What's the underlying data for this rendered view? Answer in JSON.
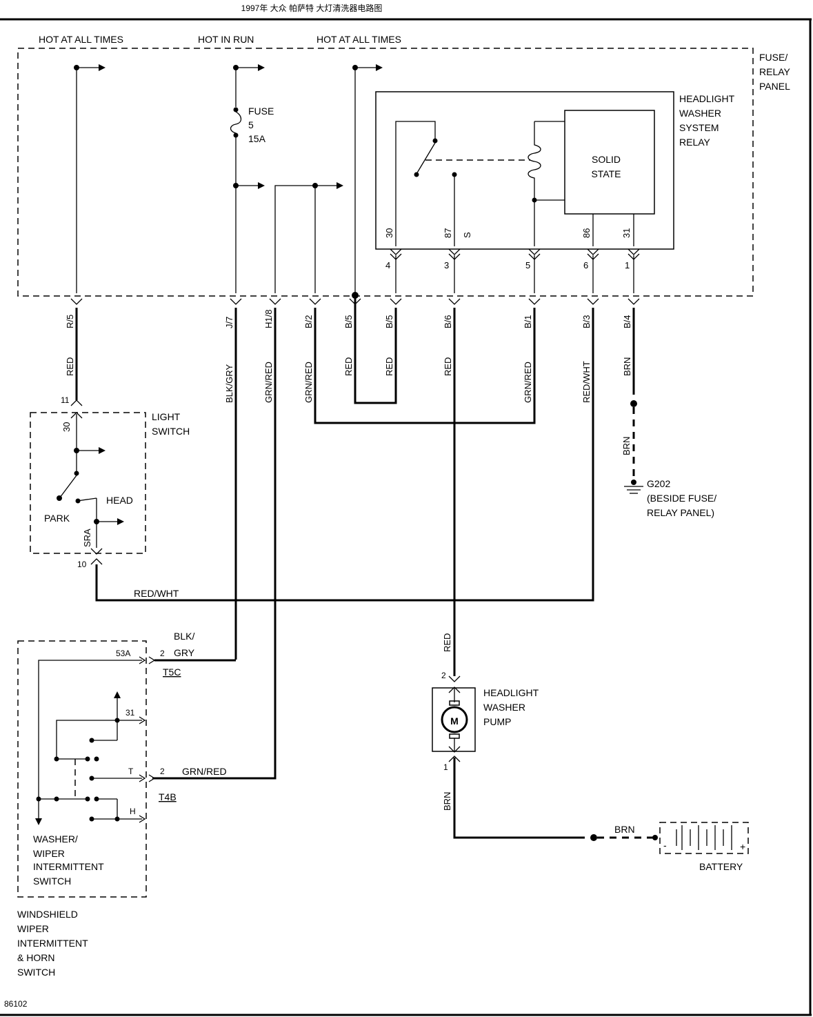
{
  "header": "1997年 大众 帕萨特 大灯清洗器电路图",
  "power": {
    "hot_always_1": "HOT AT ALL TIMES",
    "hot_run": "HOT IN RUN",
    "hot_always_2": "HOT AT ALL TIMES"
  },
  "fuse_panel": {
    "line1": "FUSE/",
    "line2": "RELAY",
    "line3": "PANEL"
  },
  "fuse": {
    "line1": "FUSE",
    "line2": "5",
    "line3": "15A"
  },
  "relay": {
    "line1": "HEADLIGHT",
    "line2": "WASHER",
    "line3": "SYSTEM",
    "line4": "RELAY",
    "ss1": "SOLID",
    "ss2": "STATE",
    "pin30": "30",
    "pin87": "87",
    "pinS": "S",
    "pin86": "86",
    "pin31": "31",
    "t4": "4",
    "t3": "3",
    "t5": "5",
    "t6": "6",
    "t1": "1"
  },
  "connectors": [
    "R/5",
    "J/7",
    "H1/8",
    "B/2",
    "B/5",
    "B/5",
    "B/6",
    "B/1",
    "B/3",
    "B/4"
  ],
  "wires": [
    "RED",
    "BLK/GRY",
    "GRN/RED",
    "GRN/RED",
    "RED",
    "RED",
    "RED",
    "GRN/RED",
    "RED/WHT",
    "BRN"
  ],
  "ground": {
    "wire": "BRN",
    "name": "G202",
    "loc1": "(BESIDE FUSE/",
    "loc2": "RELAY PANEL)"
  },
  "light_switch": {
    "line1": "LIGHT",
    "line2": "SWITCH",
    "pin11": "11",
    "pin30": "30",
    "park": "PARK",
    "head": "HEAD",
    "sra": "SRA",
    "pin10": "10"
  },
  "red_wht_label": "RED/WHT",
  "pump": {
    "line1": "HEADLIGHT",
    "line2": "WASHER",
    "line3": "PUMP",
    "wire_top": "RED",
    "pin2": "2",
    "pin1": "1",
    "wire_bot": "BRN",
    "motor": "M"
  },
  "battery": {
    "wire": "BRN",
    "label": "BATTERY",
    "neg": "-",
    "pos": "+"
  },
  "wiper_switch": {
    "p53a": "53A",
    "p2a": "2",
    "blk1": "BLK/",
    "blk2": "GRY",
    "t5c": "T5C",
    "p31": "31",
    "pT": "T",
    "p2b": "2",
    "grnred": "GRN/RED",
    "t4b": "T4B",
    "pH": "H",
    "line1": "WASHER/",
    "line2": "WIPER",
    "line3": "INTERMITTENT",
    "line4": "SWITCH"
  },
  "outer_label": {
    "line1": "WINDSHIELD",
    "line2": "WIPER",
    "line3": "INTERMITTENT",
    "line4": "& HORN",
    "line5": "SWITCH"
  },
  "figure_id": "86102"
}
